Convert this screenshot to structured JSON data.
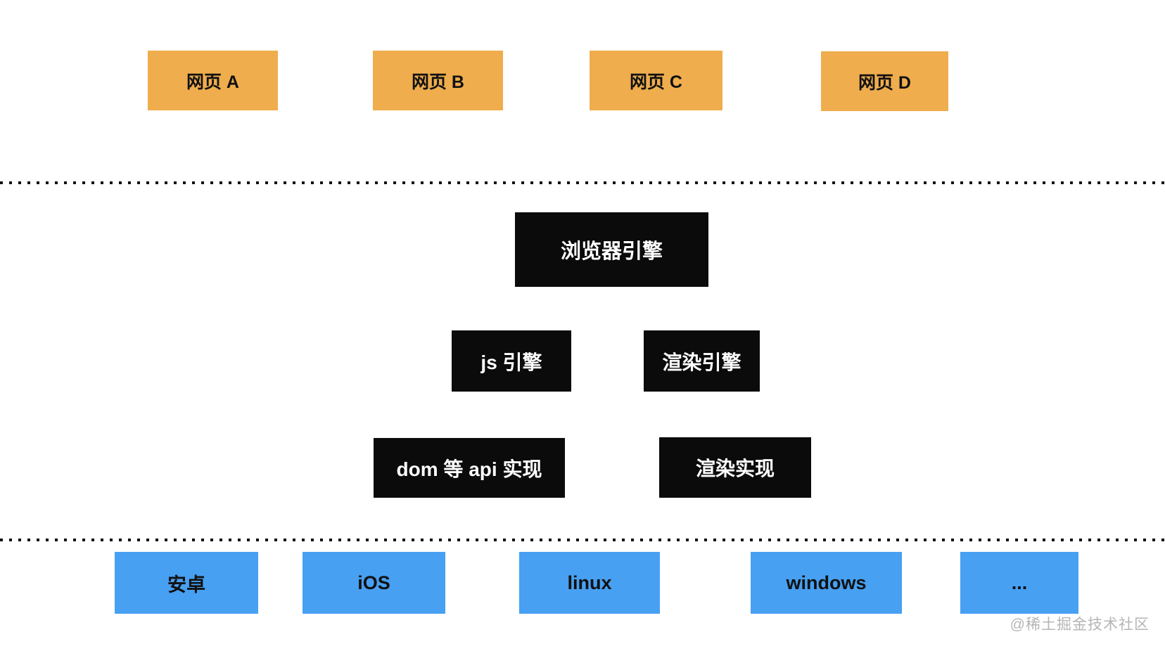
{
  "colors": {
    "webpage_box": "#EFAD4D",
    "engine_box": "#0B0B0B",
    "platform_box": "#47A0F2",
    "box_text_dark": "#111111",
    "box_text_light": "#FFFFFF",
    "divider_dots": "#111111",
    "watermark_text": "#B5B5B5"
  },
  "diagram": {
    "webpages": [
      {
        "label": "网页 A"
      },
      {
        "label": "网页 B"
      },
      {
        "label": "网页 C"
      },
      {
        "label": "网页 D"
      }
    ],
    "browser_engine": {
      "label": "浏览器引擎"
    },
    "engines": [
      {
        "label": "js 引擎"
      },
      {
        "label": "渲染引擎"
      }
    ],
    "implementations": [
      {
        "label": "dom 等 api 实现"
      },
      {
        "label": "渲染实现"
      }
    ],
    "platforms": [
      {
        "label": "安卓"
      },
      {
        "label": "iOS"
      },
      {
        "label": "linux"
      },
      {
        "label": "windows"
      },
      {
        "label": "..."
      }
    ],
    "watermark": "@稀土掘金技术社区"
  }
}
